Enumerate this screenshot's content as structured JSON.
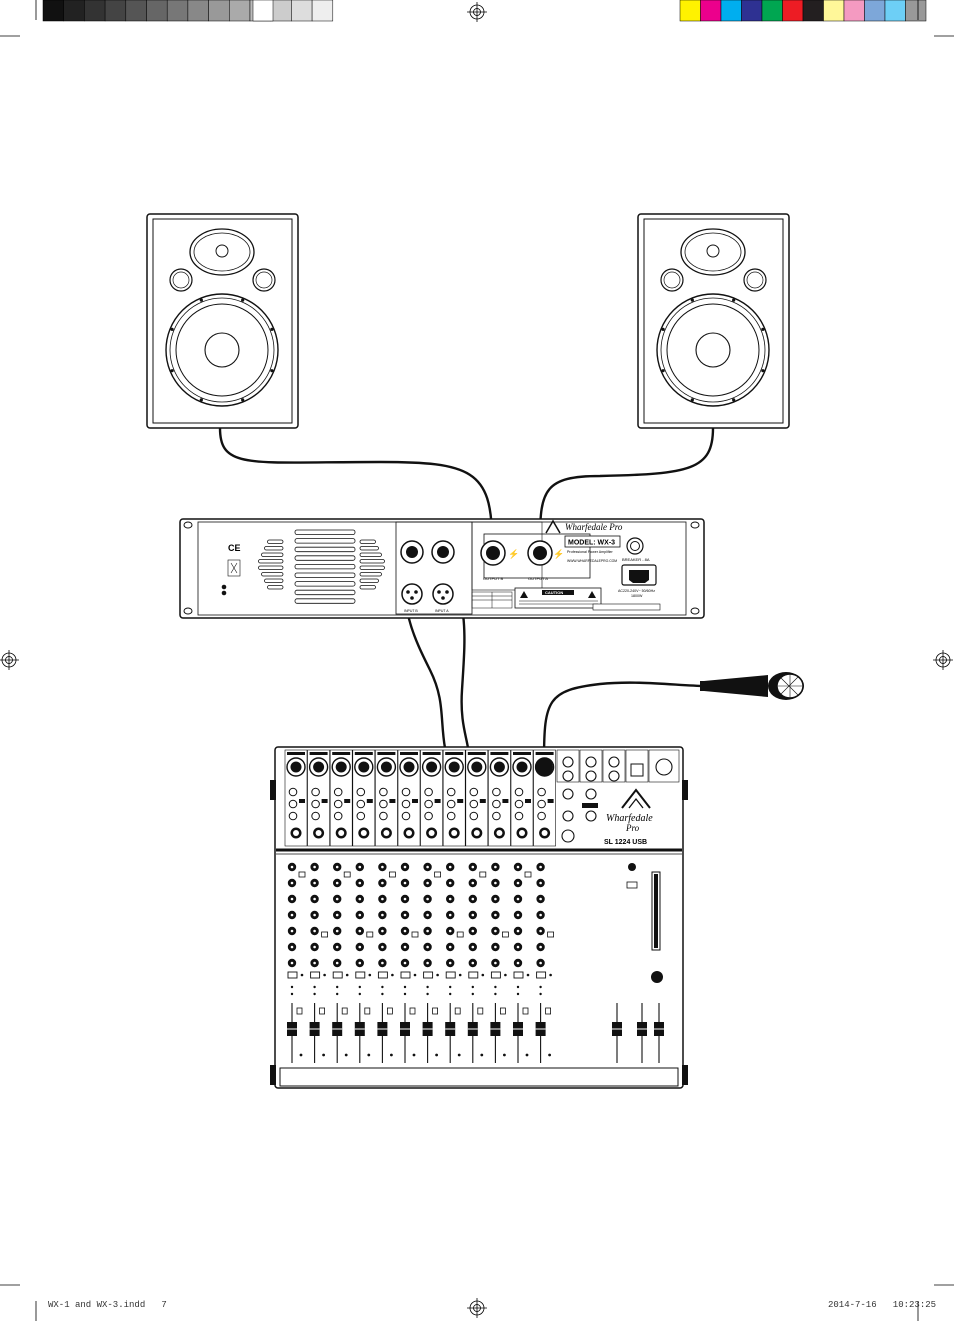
{
  "print_marks": {
    "grayscale_swatches": [
      "#111111",
      "#222222",
      "#333333",
      "#444444",
      "#555555",
      "#666666",
      "#777777",
      "#888888",
      "#999999",
      "#aaaaaa",
      "#bbbbbb",
      "#cccccc",
      "#dddddd",
      "#eeeeee"
    ],
    "color_swatches": [
      "#fff200",
      "#ec008c",
      "#00aeef",
      "#2e3192",
      "#00a651",
      "#ed1c24",
      "#231f20",
      "#fff799",
      "#f49ac1",
      "#7da7d9",
      "#6dcff6",
      "#999999"
    ]
  },
  "amplifier": {
    "brand": "Wharfedale Pro",
    "model_label": "MODEL: WX-3",
    "subtitle": "Professional Power Amplifier",
    "output_b_label": "OUTPUT B",
    "output_a_label": "OUTPUT A",
    "breaker_label": "BREAKER - 8A",
    "power_label": "AC220-240V~ 50/60Hz",
    "power_watts": "1800W",
    "caution_label": "CAUTION",
    "ce_mark": "CE",
    "website": "WWW.WHARFEDALEPRO.COM",
    "input_b_label": "INPUT B",
    "input_a_label": "INPUT A"
  },
  "mixer": {
    "brand": "Wharfedale",
    "brand_sub": "Pro",
    "model_label": "SL 1224 USB",
    "channel_count": 12
  },
  "footer": {
    "file_label": "WX-1 and WX-3.indd   7",
    "date_label": "2014-7-16   10:23:25"
  }
}
